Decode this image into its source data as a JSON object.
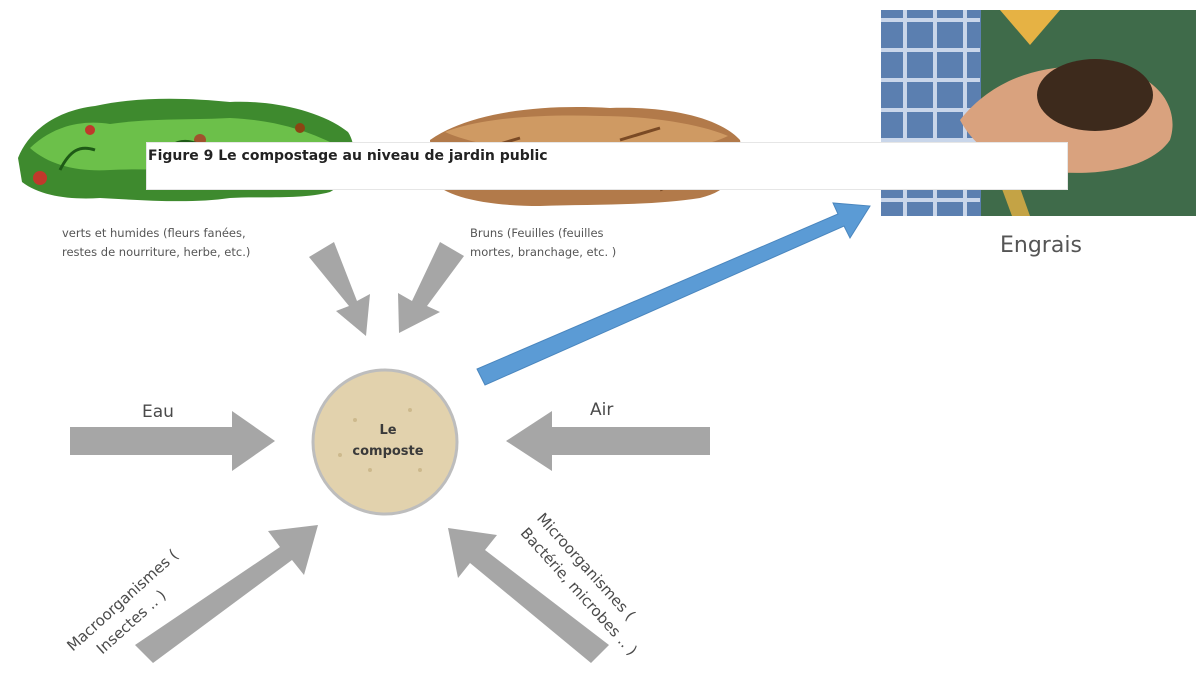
{
  "caption": "Figure 9 Le compostage au niveau de jardin public",
  "inputs": {
    "green": {
      "line1": "verts et humides (fleurs fanées,",
      "line2": "restes de nourriture, herbe, etc.)"
    },
    "brown": {
      "line1": "Bruns (Feuilles (feuilles",
      "line2": "mortes, branchage, etc. )"
    },
    "water": "Eau",
    "air": "Air",
    "macro": {
      "line1": "Macroorganismes (",
      "line2": "Insectes .. )"
    },
    "micro": {
      "line1": "Microorganismes (",
      "line2": "Bactérie, microbes .. )"
    }
  },
  "center": {
    "line1": "Le",
    "line2": "composte"
  },
  "output": {
    "label": "Engrais"
  },
  "colors": {
    "arrow_gray": "#a6a6a6",
    "arrow_blue": "#5b9bd5",
    "compost_fill": "#e2d2ad",
    "compost_stroke": "#bdbdbd"
  },
  "icons": {
    "green_waste": "green-waste-image",
    "brown_waste": "brown-leaves-image",
    "fertilizer": "hands-holding-soil-image"
  }
}
